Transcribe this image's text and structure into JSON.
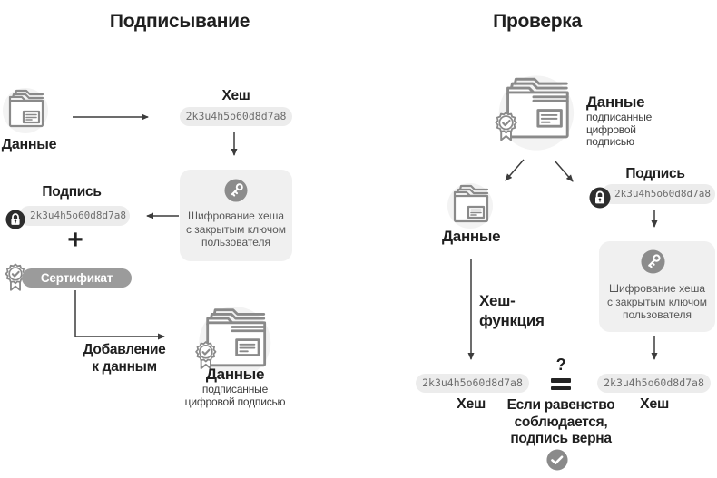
{
  "left": {
    "title": "Подписывание",
    "data_label": "Данные",
    "hash_label": "Хеш",
    "hash_value": "2k3u4h5o60d8d7a8",
    "encrypt_text": "Шифрование хеша\nс закрытым ключом\nпользователя",
    "signature_label": "Подпись",
    "signature_value": "2k3u4h5o60d8d7a8",
    "plus": "+",
    "certificate_label": "Сертификат",
    "add_to_data": "Добавление\nк данным",
    "signed_title": "Данные",
    "signed_subtitle": "подписанные\nцифровой подписью"
  },
  "right": {
    "title": "Проверка",
    "signed_title": "Данные",
    "signed_subtitle": "подписанные\nцифровой подписью",
    "data_label": "Данные",
    "signature_label": "Подпись",
    "signature_value": "2k3u4h5o60d8d7a8",
    "encrypt_text": "Шифрование хеша\nс закрытым ключом\nпользователя",
    "hash_function": "Хеш-\nфункция",
    "hash_left_value": "2k3u4h5o60d8d7a8",
    "hash_left_label": "Хеш",
    "hash_right_value": "2k3u4h5o60d8d7a8",
    "hash_right_label": "Хеш",
    "question_mark": "?",
    "verdict": "Если равенство\nсоблюдается,\nподпись верна"
  },
  "icons": {
    "folder": "folder-icon",
    "sealed_folder": "sealed-folder-icon",
    "key": "key-icon",
    "lock": "lock-icon",
    "rosette": "rosette-icon",
    "check": "check-circle-icon"
  },
  "colors": {
    "pill_bg": "#ececec",
    "box_bg": "#f0f0f0",
    "icon_gray": "#8a8a8a",
    "lock_dark": "#2d2d2d",
    "certificate_bg": "#9b9b9b",
    "text_dark": "#1f1f1f",
    "arrow": "#3c3c3c"
  }
}
